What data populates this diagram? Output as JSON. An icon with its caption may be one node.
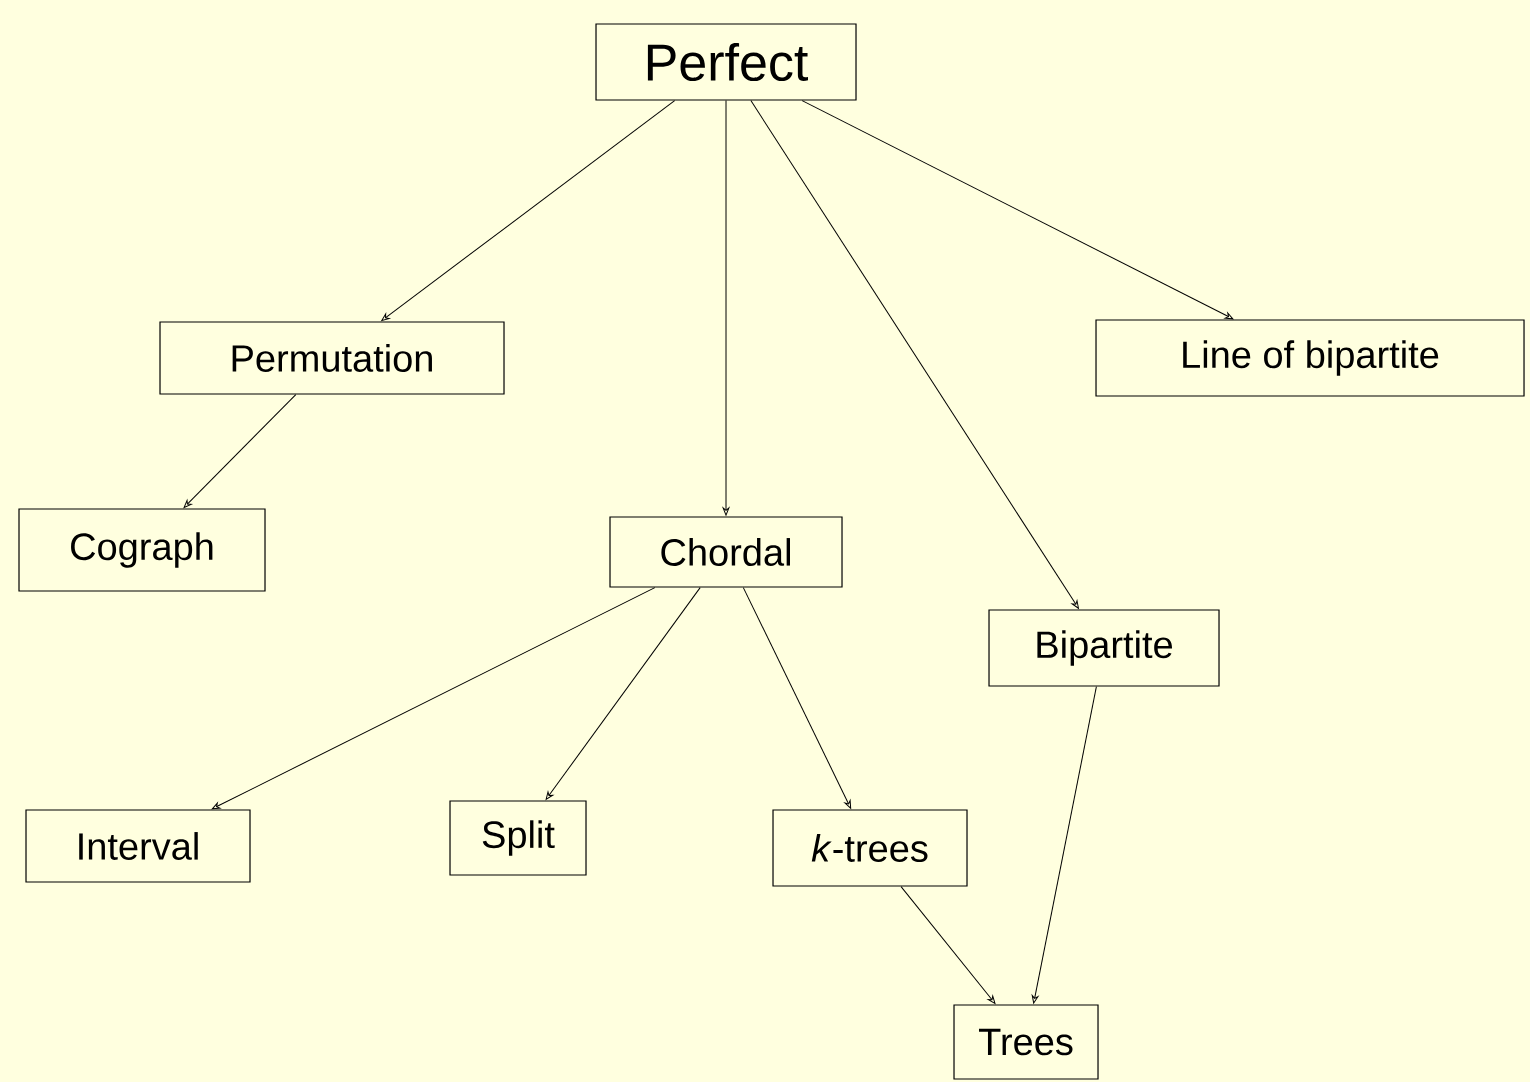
{
  "diagram": {
    "nodes": [
      {
        "text": [
          "Perfect"
        ]
      },
      {
        "text": [
          "Permutation"
        ]
      },
      {
        "text": [
          "Line of bipartite"
        ]
      },
      {
        "text": [
          "Cograph"
        ]
      },
      {
        "text": [
          "Chordal"
        ]
      },
      {
        "text": [
          "Bipartite"
        ]
      },
      {
        "text": [
          "Interval"
        ]
      },
      {
        "text": [
          "Split"
        ]
      },
      {
        "text": [
          "*k*-trees"
        ]
      },
      {
        "text": [
          "Trees"
        ]
      }
    ],
    "edges": [
      {
        "from": 0,
        "to": 1,
        "arrow": "to"
      },
      {
        "from": 0,
        "to": 4,
        "arrow": "to"
      },
      {
        "from": 0,
        "to": 5,
        "arrow": "to"
      },
      {
        "from": 0,
        "to": 2,
        "arrow": "to"
      },
      {
        "from": 1,
        "to": 3,
        "arrow": "to"
      },
      {
        "from": 4,
        "to": 6,
        "arrow": "to"
      },
      {
        "from": 4,
        "to": 7,
        "arrow": "to"
      },
      {
        "from": 4,
        "to": 8,
        "arrow": "to"
      },
      {
        "from": 8,
        "to": 9,
        "arrow": "to"
      },
      {
        "from": 5,
        "to": 9,
        "arrow": "to"
      }
    ]
  }
}
